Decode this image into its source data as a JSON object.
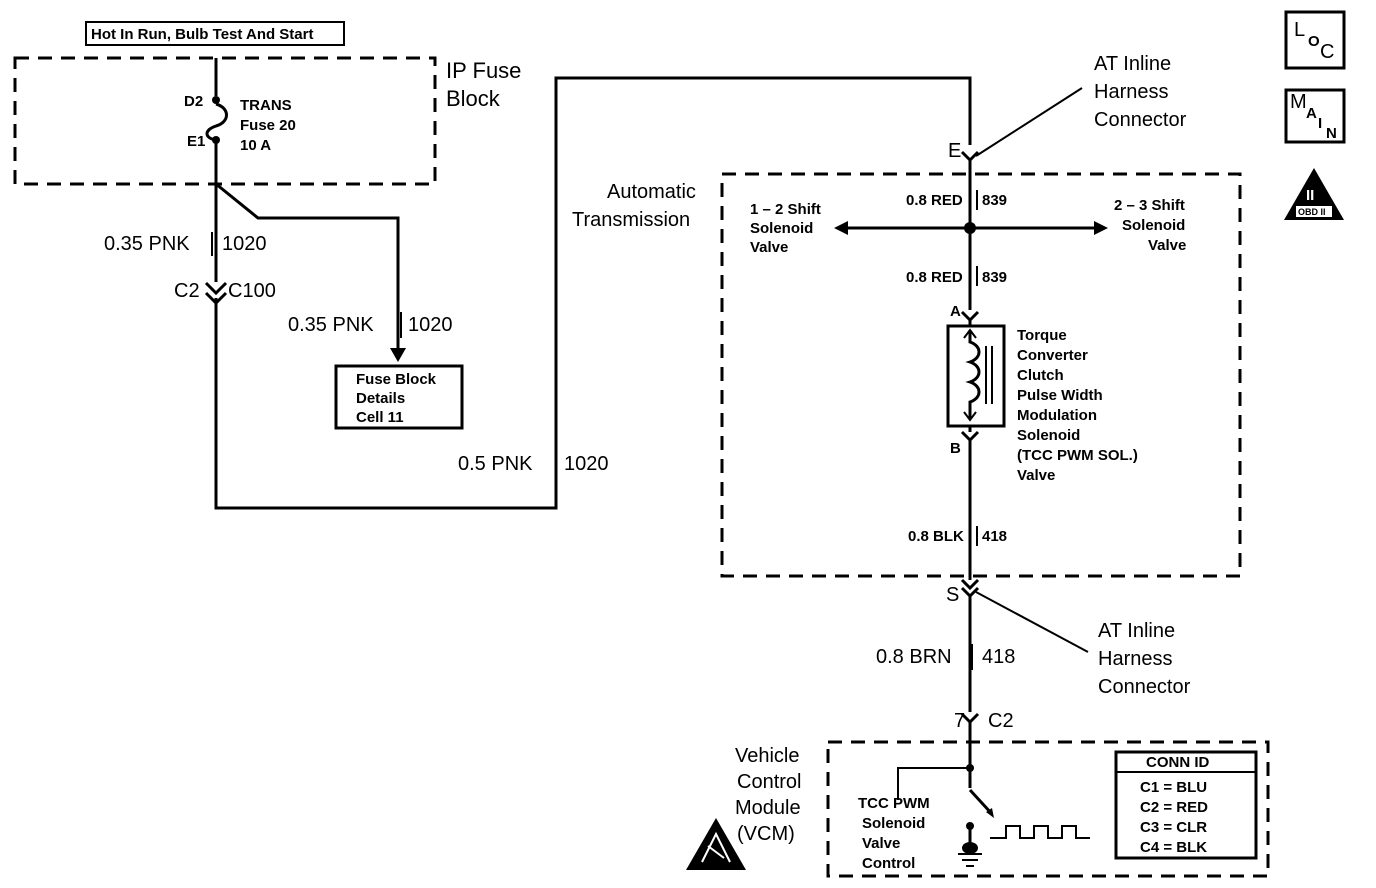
{
  "title_box": "Hot In Run, Bulb Test And Start",
  "ip_fuse_block": {
    "line1": "IP Fuse",
    "line2": "Block"
  },
  "fuse": {
    "pin_top": "D2",
    "pin_bottom": "E1",
    "line1": "TRANS",
    "line2": "Fuse 20",
    "line3": "10 A"
  },
  "wires": {
    "pnk_main": {
      "size": "0.35 PNK",
      "circuit": "1020"
    },
    "pnk_branch": {
      "size": "0.35 PNK",
      "circuit": "1020"
    },
    "pnk_riser": {
      "size": "0.5 PNK",
      "circuit": "1020"
    },
    "red_upper": {
      "size": "0.8 RED",
      "circuit": "839"
    },
    "red_lower": {
      "size": "0.8 RED",
      "circuit": "839"
    },
    "blk": {
      "size": "0.8 BLK",
      "circuit": "418"
    },
    "brn": {
      "size": "0.8 BRN",
      "circuit": "418"
    }
  },
  "connectors": {
    "c2_left": "C2",
    "c100": "C100",
    "pin_e": "E",
    "pin_s": "S",
    "pin_a": "A",
    "pin_b": "B",
    "pin_7": "7",
    "c2_vcm": "C2"
  },
  "fuse_details": {
    "line1": "Fuse Block",
    "line2": "Details",
    "line3": "Cell 11"
  },
  "at_inline_top": {
    "line1": "AT Inline",
    "line2": "Harness",
    "line3": "Connector"
  },
  "at_inline_bottom": {
    "line1": "AT Inline",
    "line2": "Harness",
    "line3": "Connector"
  },
  "automatic_transmission": {
    "line1": "Automatic",
    "line2": "Transmission"
  },
  "shift_12": {
    "line1": "1 – 2 Shift",
    "line2": "Solenoid",
    "line3": "Valve"
  },
  "shift_23": {
    "line1": "2 – 3 Shift",
    "line2": "Solenoid",
    "line3": "Valve"
  },
  "tcc_solenoid": {
    "lines": [
      "Torque",
      "Converter",
      "Clutch",
      "Pulse Width",
      "Modulation",
      "Solenoid",
      "(TCC PWM SOL.)",
      "Valve"
    ]
  },
  "vcm": {
    "lines": [
      "Vehicle",
      "Control",
      "Module",
      "(VCM)"
    ]
  },
  "tcc_control": {
    "lines": [
      "TCC PWM",
      "Solenoid",
      "Valve",
      "Control"
    ]
  },
  "conn_id": {
    "header": "CONN ID",
    "rows": [
      "C1 = BLU",
      "C2 = RED",
      "C3 = CLR",
      "C4 = BLK"
    ]
  },
  "icons": {
    "loc": {
      "a": "L",
      "b": "O",
      "c": "C"
    },
    "main": {
      "a": "M",
      "b": "A",
      "c": "I",
      "d": "N"
    },
    "obd": {
      "top": "II",
      "bottom": "OBD II"
    }
  }
}
